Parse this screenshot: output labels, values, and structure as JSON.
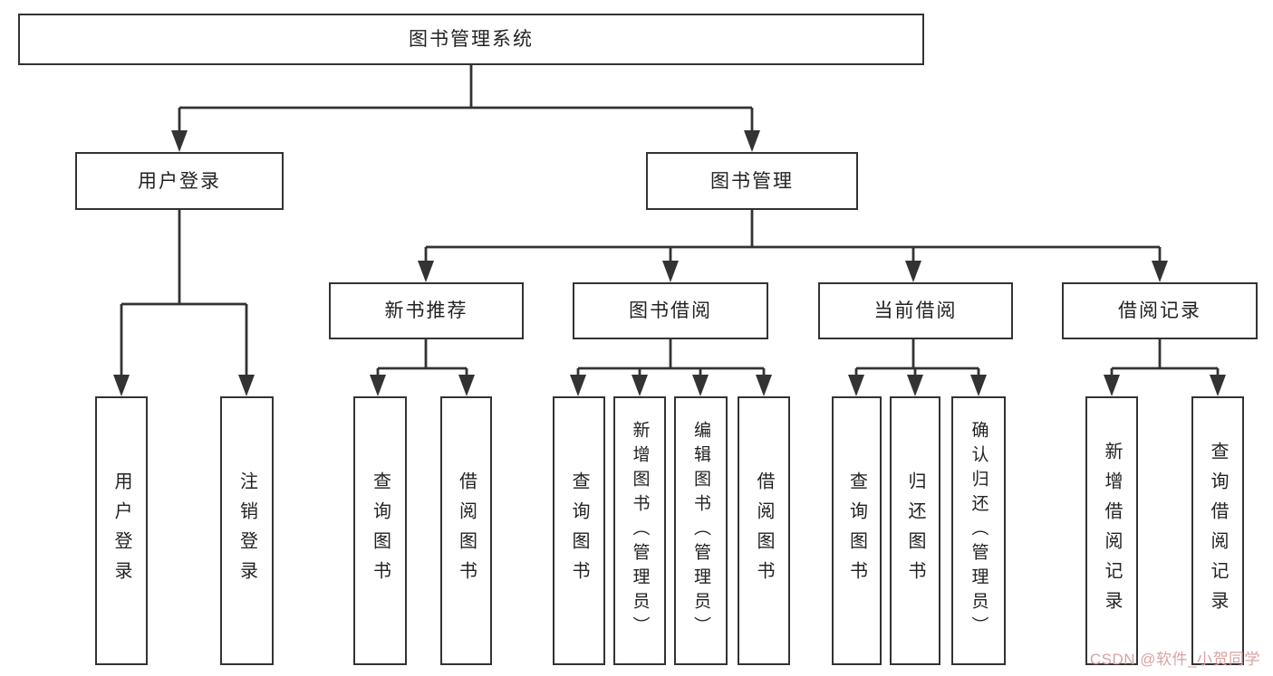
{
  "diagram": {
    "root": {
      "label": "图书管理系统"
    },
    "level2": [
      {
        "label": "用户登录"
      },
      {
        "label": "图书管理"
      }
    ],
    "user_children": [
      {
        "label": "用户登录"
      },
      {
        "label": "注销登录"
      }
    ],
    "groups": [
      {
        "label": "新书推荐",
        "children": [
          {
            "label": "查询图书"
          },
          {
            "label": "借阅图书"
          }
        ]
      },
      {
        "label": "图书借阅",
        "children": [
          {
            "label": "查询图书"
          },
          {
            "label": "新增图书（管理员）"
          },
          {
            "label": "编辑图书（管理员）"
          },
          {
            "label": "借阅图书"
          }
        ]
      },
      {
        "label": "当前借阅",
        "children": [
          {
            "label": "查询图书"
          },
          {
            "label": "归还图书"
          },
          {
            "label": "确认归还（管理员）"
          }
        ]
      },
      {
        "label": "借阅记录",
        "children": [
          {
            "label": "新增借阅记录"
          },
          {
            "label": "查询借阅记录"
          }
        ]
      }
    ]
  },
  "watermark": {
    "text": "CSDN @软件_小贺同学",
    "color": "#d9a2a2"
  },
  "colors": {
    "background": "#ffffff",
    "line": "#333333",
    "box_border": "#333333",
    "text": "#222222"
  }
}
